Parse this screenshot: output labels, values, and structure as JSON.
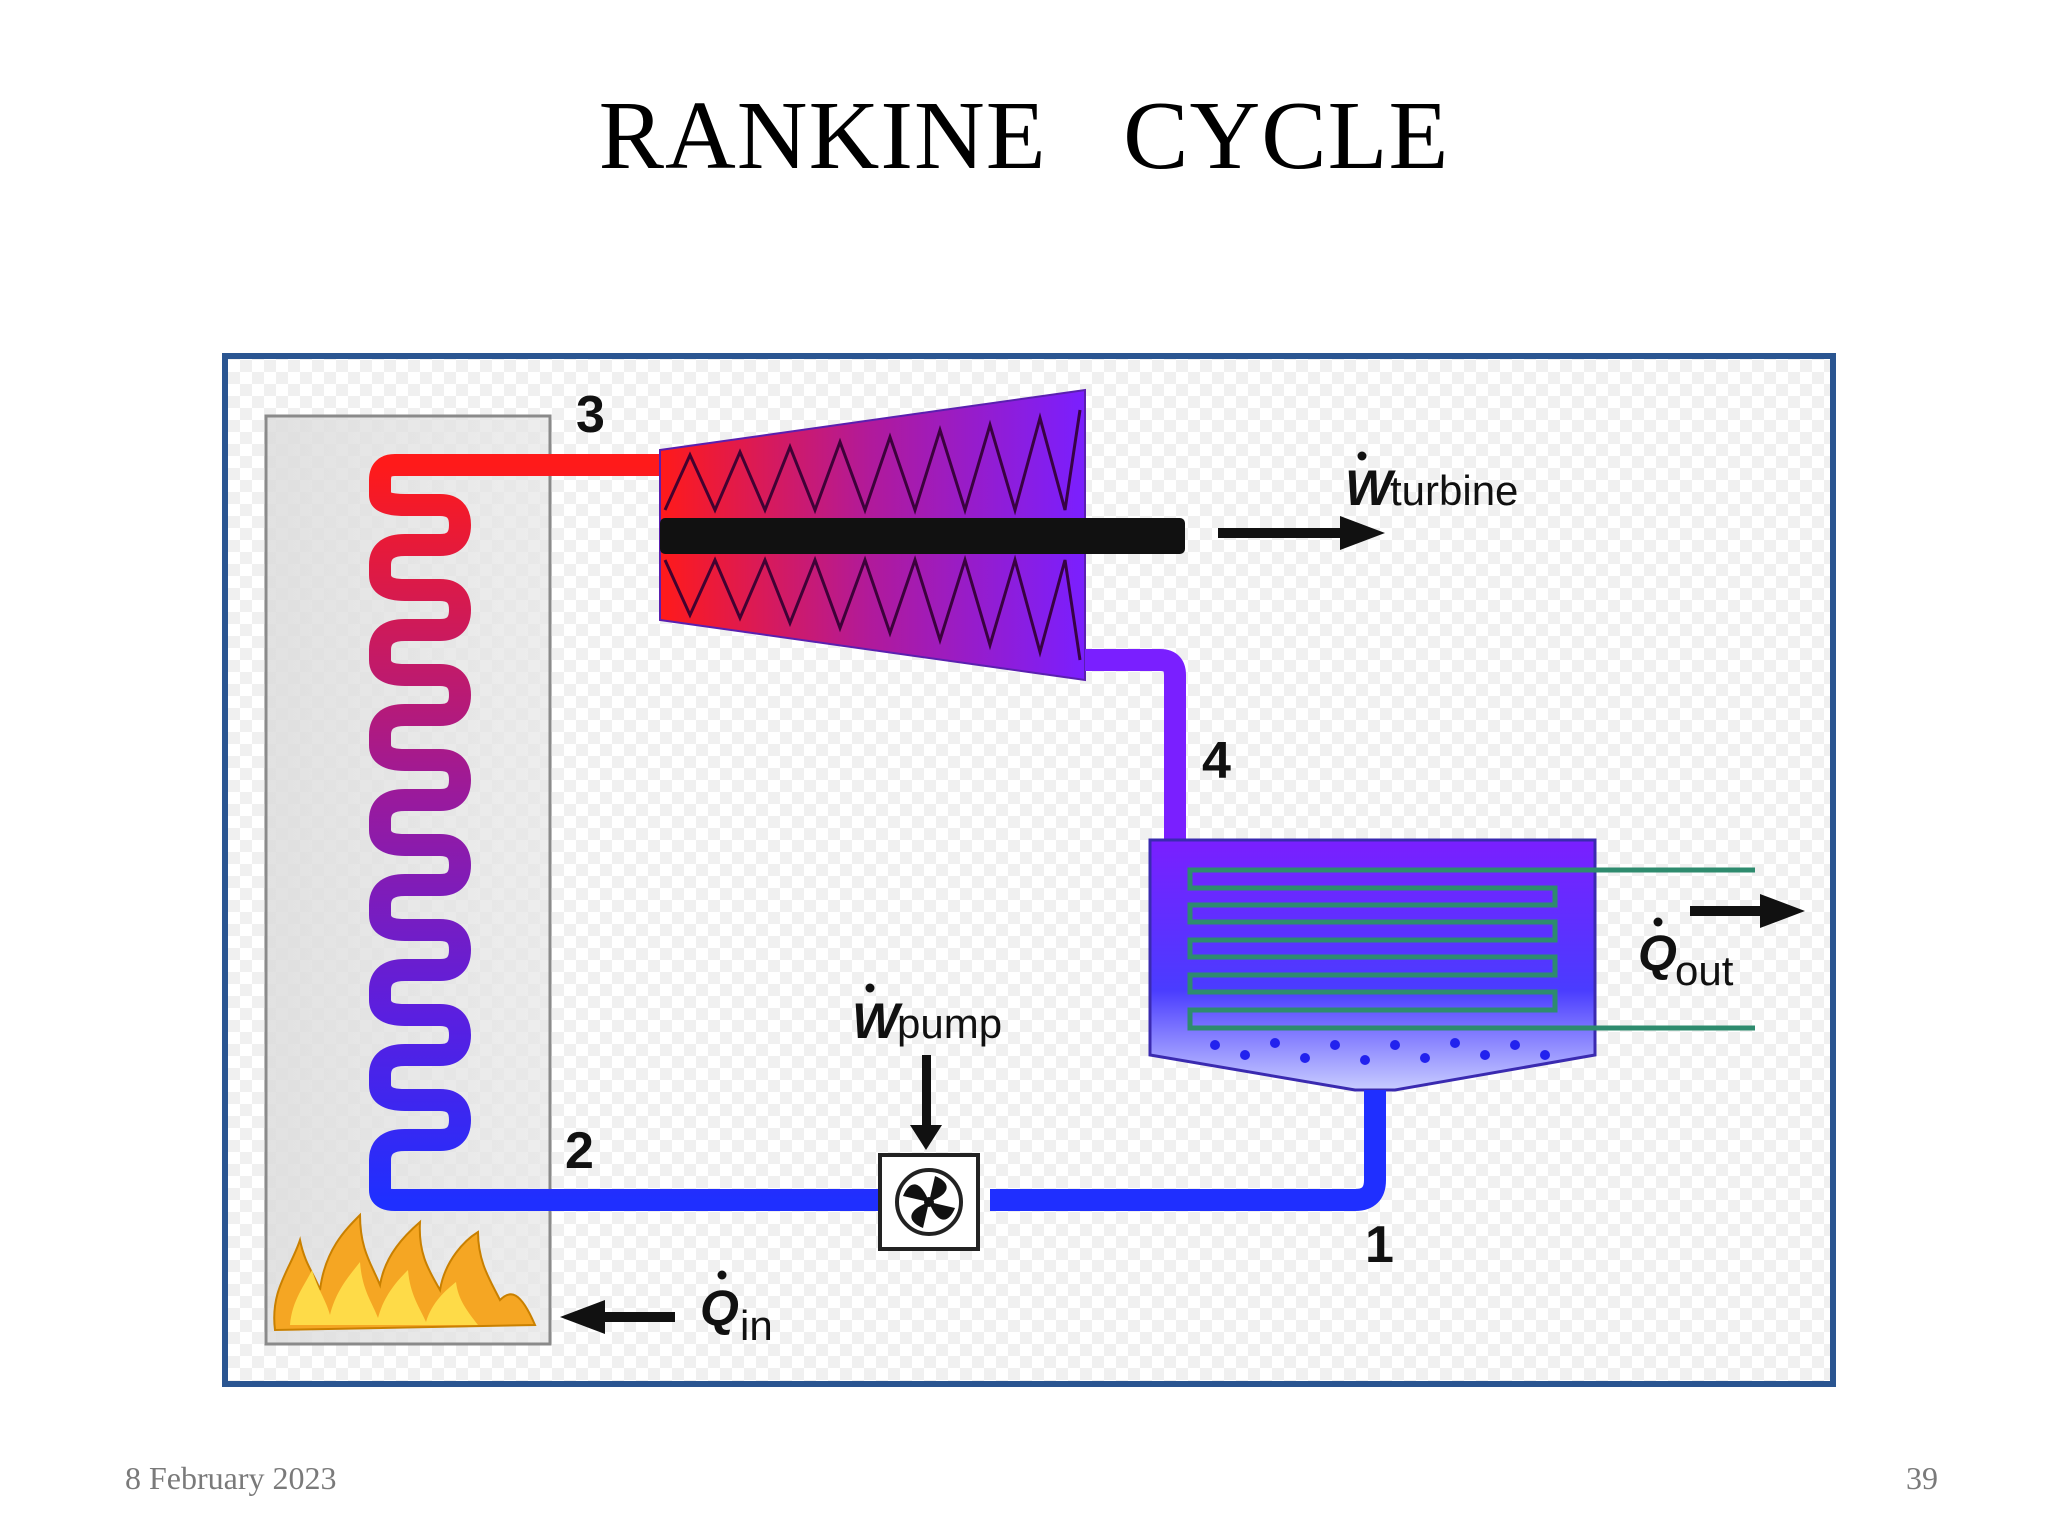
{
  "slide": {
    "title": "RANKINE   CYCLE",
    "date": "8 February 2023",
    "page_number": "39"
  },
  "diagram": {
    "state_points": [
      "1",
      "2",
      "3",
      "4"
    ],
    "labels": {
      "w_turbine_symbol": "W",
      "w_turbine_sub": "turbine",
      "w_pump_symbol": "W",
      "w_pump_sub": "pump",
      "q_out_symbol": "Q",
      "q_out_sub": "out",
      "q_in_symbol": "Q",
      "q_in_sub": "in"
    },
    "colors": {
      "frame": "#2a5591",
      "hot": "#ff1a1a",
      "mid": "#8a1fd6",
      "cold": "#1f2fff",
      "flame_outer": "#f5a623",
      "flame_inner": "#ffe14d",
      "condenser_coil": "#2e8b6e"
    }
  }
}
